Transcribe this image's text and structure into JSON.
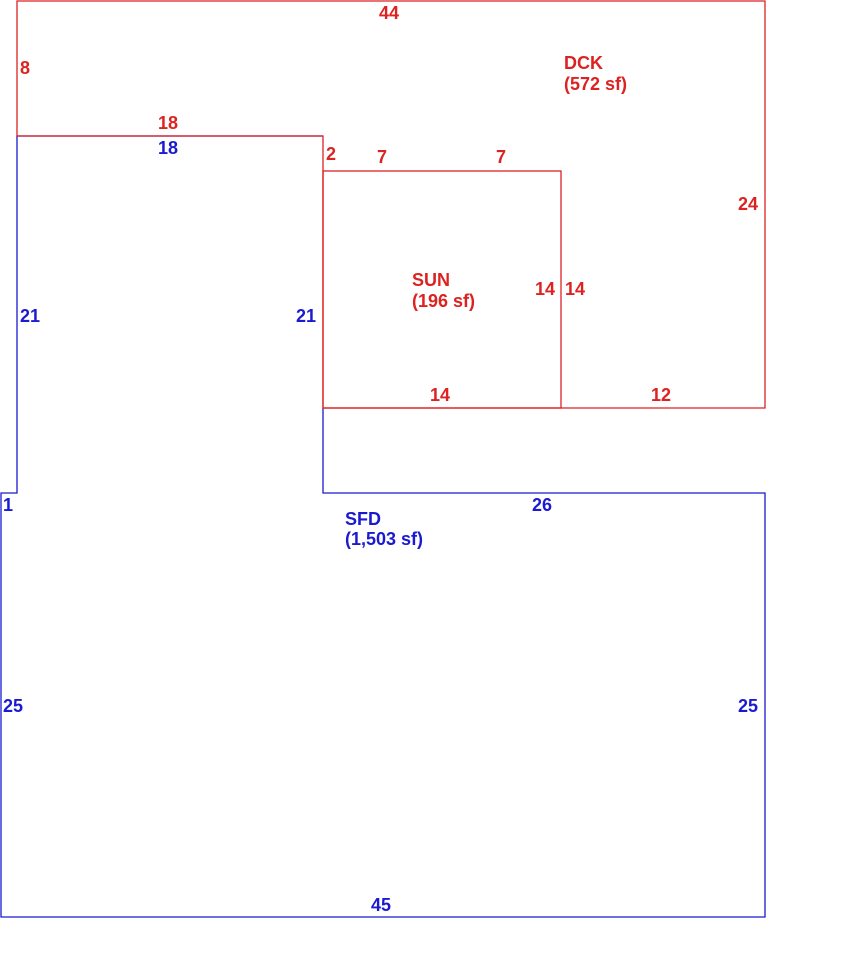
{
  "colors": {
    "deck": "#dd2222",
    "house": "#1a1ad0"
  },
  "areas": {
    "deck": {
      "name": "DCK",
      "size": "(572 sf)"
    },
    "sun": {
      "name": "SUN",
      "size": "(196 sf)"
    },
    "house": {
      "name": "SFD",
      "size": "(1,503 sf)"
    }
  },
  "dims": {
    "deck_top": "44",
    "deck_left": "8",
    "deck_mid_top": "18",
    "deck_step": "2",
    "sun_top_left": "7",
    "sun_top_right": "7",
    "sun_left": "14",
    "deck_right_lower": "14",
    "deck_right": "24",
    "sun_bottom": "14",
    "deck_bottom": "12",
    "house_upper_top": "18",
    "house_upper_left": "21",
    "house_upper_right": "21",
    "house_step": "1",
    "house_mid_top": "26",
    "house_left": "25",
    "house_right": "25",
    "house_bottom": "45"
  }
}
